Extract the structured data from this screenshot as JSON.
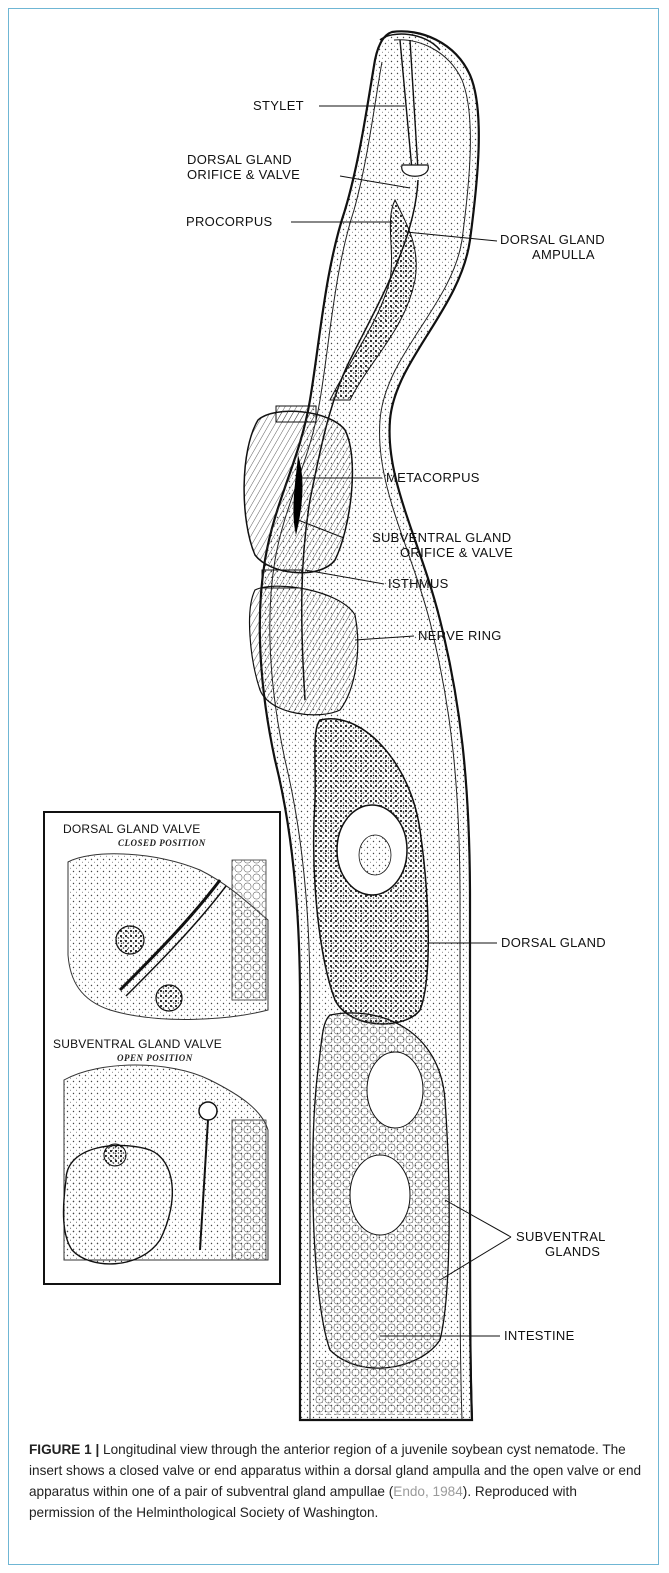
{
  "labels": {
    "stylet": "STYLET",
    "dorsal_gland_orifice": [
      "DORSAL GLAND",
      "ORIFICE & VALVE"
    ],
    "procorpus": "PROCORPUS",
    "dorsal_gland_ampulla": [
      "DORSAL GLAND",
      "AMPULLA"
    ],
    "metacorpus": "METACORPUS",
    "subventral_gland_orifice": [
      "SUBVENTRAL GLAND",
      "ORIFICE & VALVE"
    ],
    "isthmus": "ISTHMUS",
    "nerve_ring": "NERVE RING",
    "dorsal_gland": "DORSAL GLAND",
    "subventral_glands": [
      "SUBVENTRAL",
      "GLANDS"
    ],
    "intestine": "INTESTINE"
  },
  "inset": {
    "top_title": "DORSAL GLAND VALVE",
    "top_sub": "CLOSED POSITION",
    "bottom_title": "SUBVENTRAL GLAND VALVE",
    "bottom_sub": "OPEN POSITION"
  },
  "caption": {
    "label": "FIGURE 1 |",
    "text_before_cite": " Longitudinal view through the anterior region of a juvenile soybean cyst nematode. The insert shows a closed valve or end apparatus within a dorsal gland ampulla and the open valve or end apparatus within one of a pair of subventral gland ampullae (",
    "cite": "Endo, 1984",
    "text_after_cite": "). Reproduced with permission of the Helminthological Society of Washington."
  }
}
